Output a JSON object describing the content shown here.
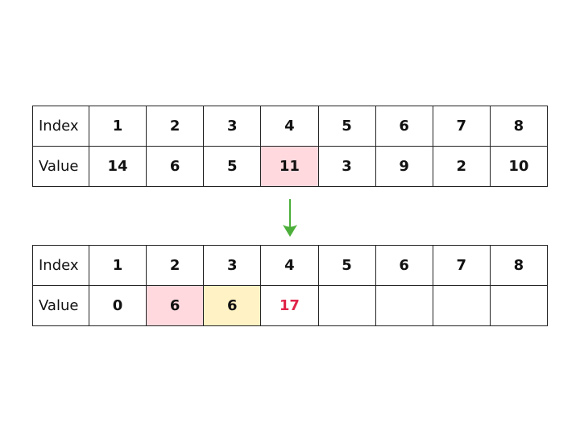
{
  "top_table": {
    "index_label": "Index",
    "value_label": "Value",
    "indices": [
      "1",
      "2",
      "3",
      "4",
      "5",
      "6",
      "7",
      "8"
    ],
    "values": [
      "14",
      "6",
      "5",
      "11",
      "3",
      "9",
      "2",
      "10"
    ]
  },
  "bottom_table": {
    "index_label": "Index",
    "value_label": "Value",
    "indices": [
      "1",
      "2",
      "3",
      "4",
      "5",
      "6",
      "7",
      "8"
    ],
    "values": [
      "0",
      "6",
      "6",
      "17",
      "",
      "",
      "",
      ""
    ]
  },
  "colors": {
    "highlight_pink": "#ffd9de",
    "highlight_yellow": "#fff2c4",
    "emphasis_red": "#e0264a",
    "arrow_green": "#4caf3a"
  },
  "arrow_icon": "down-arrow-icon"
}
